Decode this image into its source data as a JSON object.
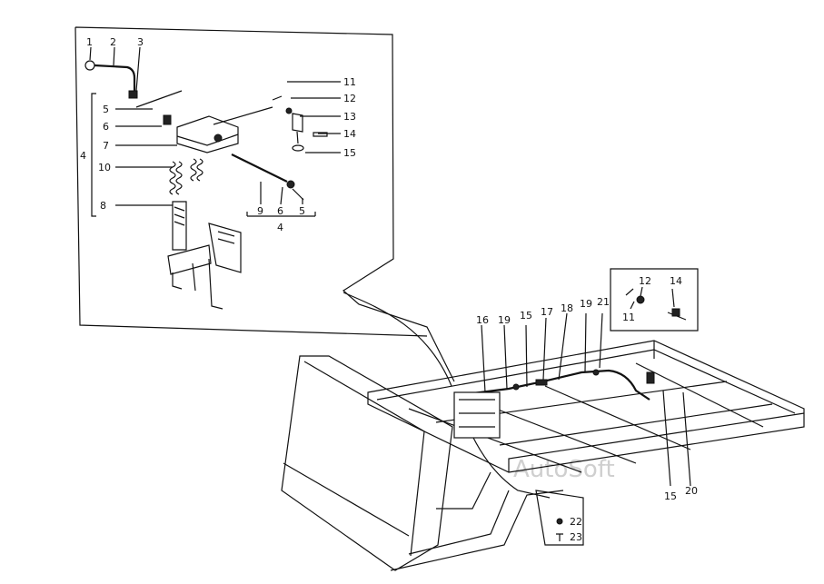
{
  "diagram": {
    "watermark": "AutoSoft",
    "inset_labels": {
      "l1": "1",
      "l2": "2",
      "l3": "3",
      "l5a": "5",
      "l6a": "6",
      "l7": "7",
      "l4a": "4",
      "l10": "10",
      "l8": "8",
      "l11": "11",
      "l12": "12",
      "l13": "13",
      "l14": "14",
      "l15": "15",
      "l9": "9",
      "l6b": "6",
      "l5b": "5",
      "l4b": "4"
    },
    "detail_labels": {
      "d12": "12",
      "d14": "14",
      "d11": "11"
    },
    "main_labels": {
      "m16": "16",
      "m19a": "19",
      "m15a": "15",
      "m17": "17",
      "m18": "18",
      "m19b": "19",
      "m21": "21",
      "m15b": "15",
      "m20": "20"
    },
    "sub_labels": {
      "s22": "22",
      "s23": "23"
    }
  }
}
